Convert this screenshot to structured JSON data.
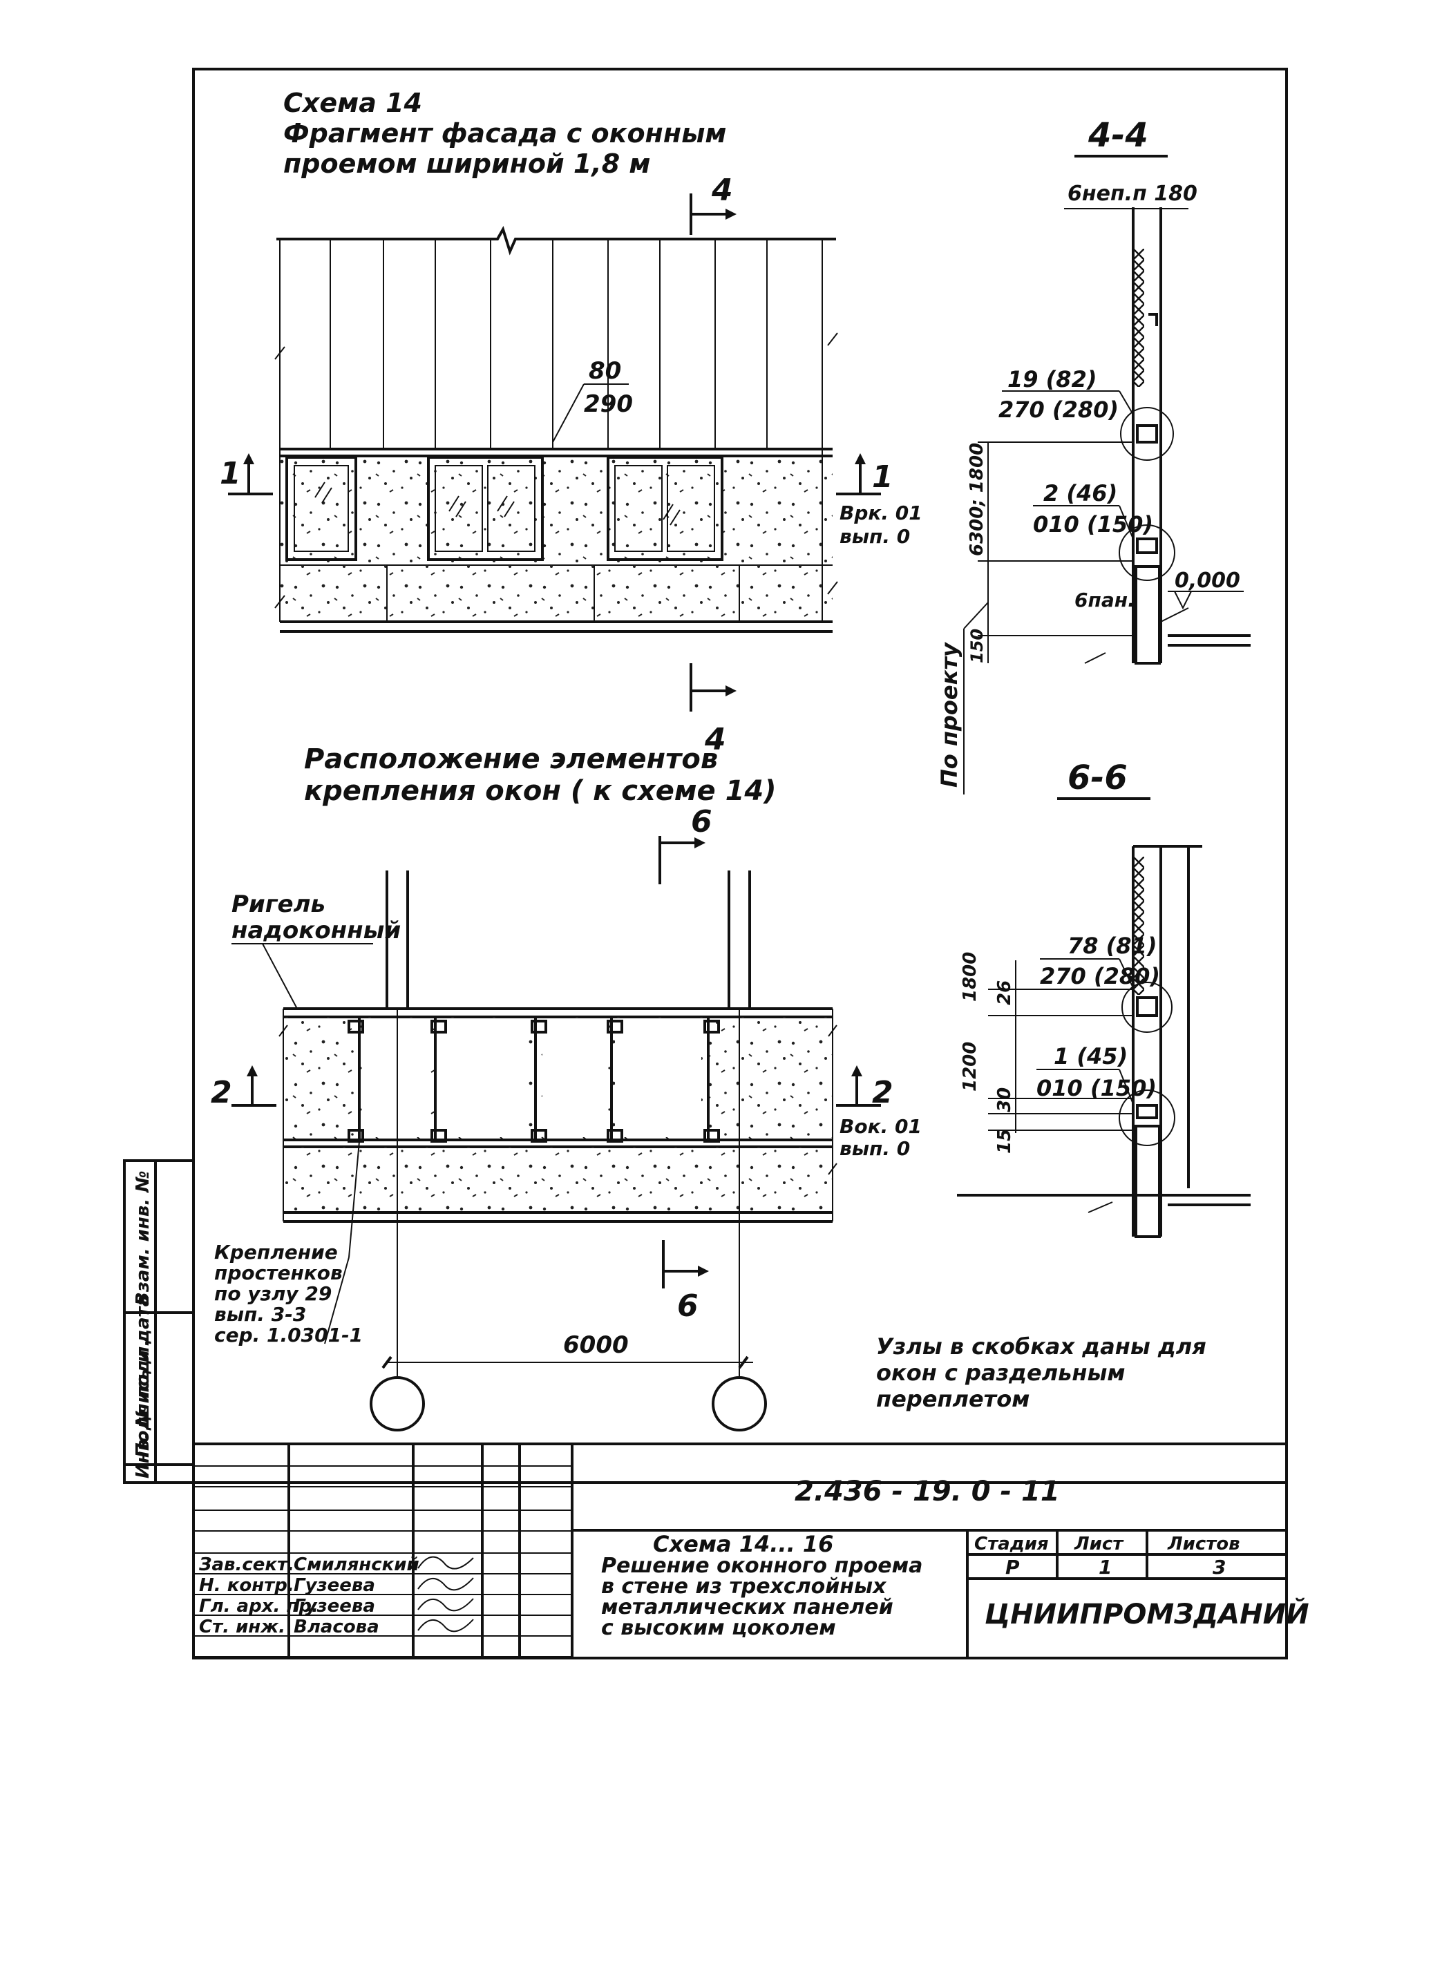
{
  "scheme_title": {
    "line1": "Схема 14",
    "line2": "Фрагмент фасада с оконным",
    "line3": "проемом шириной 1,8 м"
  },
  "facade": {
    "cut_top": "4",
    "cut_bottom": "4",
    "panel_mark_top": "80",
    "panel_mark_bottom": "290",
    "cut_left": "1",
    "cut_right": "1",
    "note_line1": "Врк. 01",
    "note_line2": "вып. 0"
  },
  "section_4": {
    "title": "4-4",
    "top_note": "6неп.п 180",
    "node1_top": "19 (82)",
    "node1_bottom": "270 (280)",
    "node2_top": "2 (46)",
    "node2_bottom": "010 (150)",
    "dim_vertical": "6300; 1800",
    "label_bottom_note": "6пан.",
    "level": "0,000",
    "dim_small": "150",
    "by_project": "По проекту"
  },
  "layout_title": {
    "line1": "Расположение элементов",
    "line2": "крепления окон ( к схеме 14)"
  },
  "layout": {
    "cut_top": "6",
    "cut_bottom": "6",
    "riegel_line1": "Ригель",
    "riegel_line2": "надоконный",
    "cut_left": "2",
    "cut_right": "2",
    "note_line1": "Вок. 01",
    "note_line2": "вып. 0",
    "fastening": [
      "Крепление",
      "простенков",
      "по узлу 29",
      "вып. 3-3",
      "сер. 1.0301-1"
    ],
    "dim_span": "6000"
  },
  "section_6": {
    "title": "6-6",
    "node1_top": "78 (81)",
    "node1_bottom": "270 (280)",
    "node2_top": "1 (45)",
    "node2_bottom": "010 (150)",
    "dim_a": "1800",
    "dim_b": "26",
    "dim_c": "1200",
    "dim_d": "30",
    "dim_e": "15"
  },
  "footnote": [
    "Узлы в скобках даны для",
    "окон с раздельным",
    "переплетом"
  ],
  "side_stamp": [
    "Инв. № подл.",
    "Подпись и дата",
    "Взам. инв. №"
  ],
  "title_block": {
    "doc_code": "2.436 - 19. 0 - 11",
    "title_line1": "Схема 14... 16",
    "title_line2": "Решение оконного проема",
    "title_line3": "в стене из трехслойных",
    "title_line4": "металлических панелей",
    "title_line5": "с высоким цоколем",
    "stage_header": "Стадия",
    "sheet_header": "Лист",
    "sheets_header": "Листов",
    "stage": "Р",
    "sheet": "1",
    "sheets": "3",
    "organization": "ЦНИИПРОМЗДАНИЙ",
    "staff": [
      {
        "role": "Зав.сект.",
        "name": "Смилянский"
      },
      {
        "role": "Н. контр.",
        "name": "Гузеева"
      },
      {
        "role": "Гл. арх. пр.",
        "name": "Гузеева"
      },
      {
        "role": "Ст. инж.",
        "name": "Власова"
      }
    ]
  }
}
